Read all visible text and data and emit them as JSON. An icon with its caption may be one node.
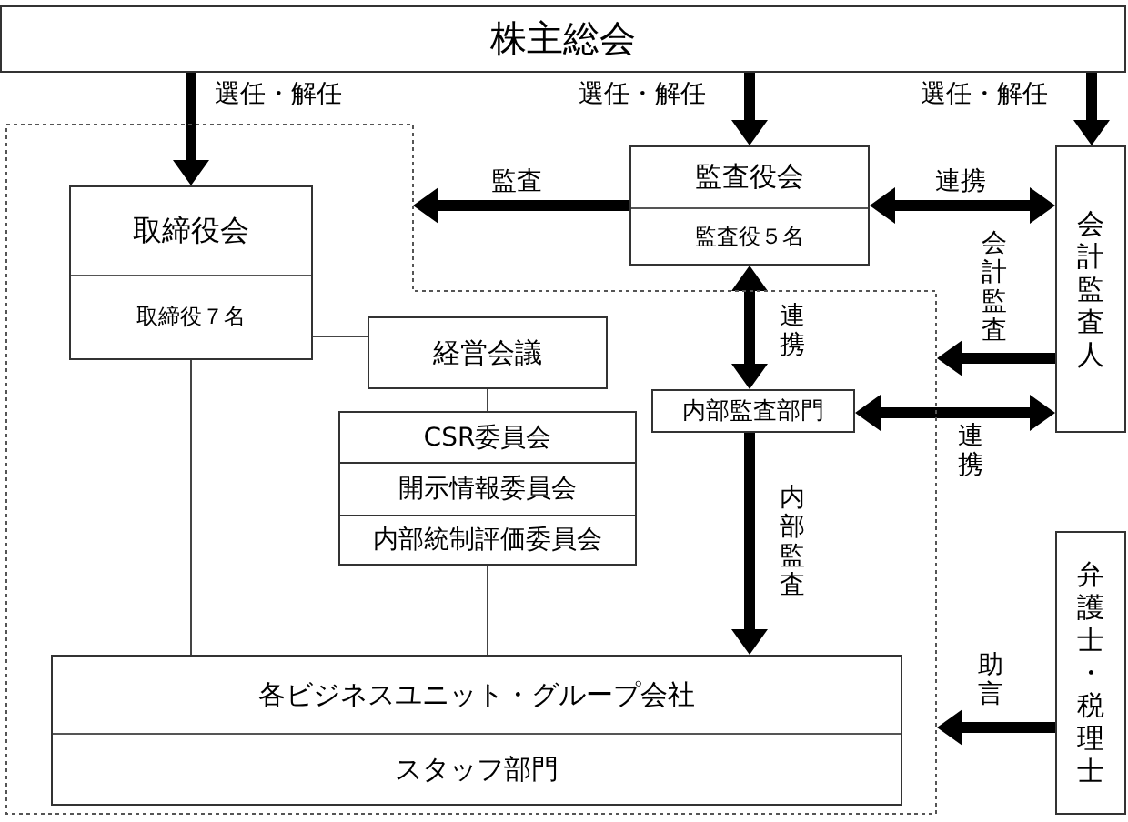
{
  "diagram": {
    "nodes": [
      {
        "text": [
          "株主総会"
        ]
      },
      {
        "text": [],
        "shape": "box"
      },
      {
        "text": [
          "取締役会",
          "取締役７名"
        ],
        "in": 1
      },
      {
        "text": [
          "監査役会",
          "監査役５名"
        ]
      },
      {
        "text": [
          "会計監査人"
        ]
      },
      {
        "text": [
          "経営会議"
        ],
        "in": 1
      },
      {
        "text": [
          "CSR委員会"
        ],
        "in": 1
      },
      {
        "text": [
          "開示情報委員会"
        ],
        "in": 1
      },
      {
        "text": [
          "内部統制評価委員会"
        ],
        "in": 1
      },
      {
        "text": [
          "内部監査部門"
        ],
        "in": 1
      },
      {
        "text": [
          "各ビジネスユニット・グループ会社",
          "スタッフ部門"
        ],
        "in": 1
      },
      {
        "text": [
          "弁護士・税理士"
        ]
      }
    ],
    "edges": [
      {
        "from": 0,
        "to": 2,
        "arrow": "to",
        "label": "選任・解任",
        "style": "thick"
      },
      {
        "from": 0,
        "to": 3,
        "arrow": "to",
        "label": "選任・解任",
        "style": "thick"
      },
      {
        "from": 0,
        "to": 4,
        "arrow": "to",
        "label": "選任・解任",
        "style": "thick"
      },
      {
        "from": 3,
        "to": 1,
        "arrow": "to",
        "label": "監査",
        "style": "thick"
      },
      {
        "from": 3,
        "to": 4,
        "arrow": "both",
        "label": "連携",
        "style": "thick"
      },
      {
        "from": 4,
        "to": 1,
        "arrow": "to",
        "label": "会計監査",
        "style": "thick"
      },
      {
        "from": 3,
        "to": 9,
        "arrow": "both",
        "label": "連携",
        "style": "thick"
      },
      {
        "from": 9,
        "to": 4,
        "arrow": "both",
        "label": "連携",
        "style": "thick"
      },
      {
        "from": 9,
        "to": 10,
        "arrow": "to",
        "label": "内部監査",
        "style": "thick"
      },
      {
        "from": 11,
        "to": 1,
        "arrow": "to",
        "label": "助言",
        "style": "thick"
      },
      {
        "from": 2,
        "to": 5,
        "arrow": "none"
      },
      {
        "from": 2,
        "to": 10,
        "arrow": "none"
      },
      {
        "from": 5,
        "to": 6,
        "arrow": "none"
      },
      {
        "from": 8,
        "to": 10,
        "arrow": "none"
      }
    ]
  }
}
